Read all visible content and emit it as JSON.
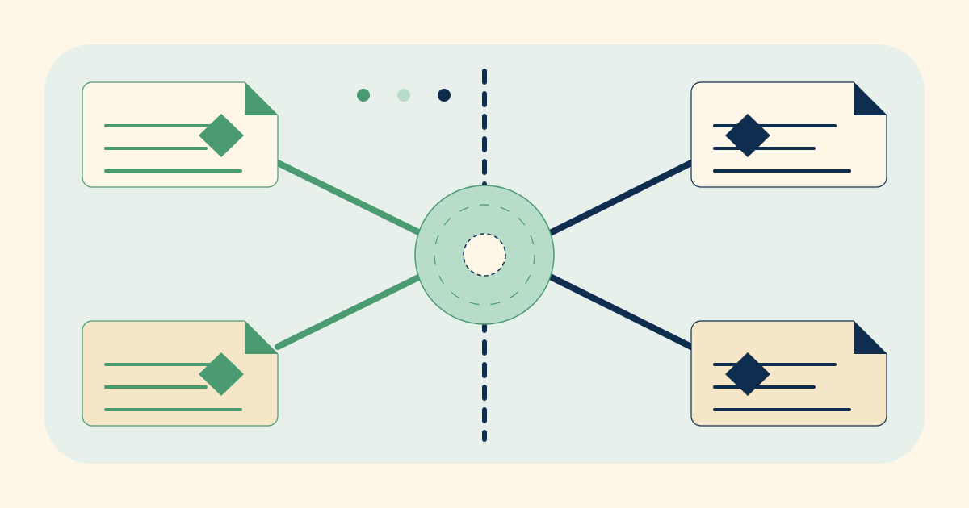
{
  "colors": {
    "page_bg": "#FEF7E8",
    "panel_bg": "#E7F0EB",
    "green": "#4A9A72",
    "green_light": "#B7DDC8",
    "navy": "#0F2D4F",
    "card_cream": "#FEF7E8",
    "card_tan": "#F4E6C6"
  },
  "icons": {
    "card_fold": "folded-corner-icon",
    "card_marker": "diamond-icon",
    "hub": "target-hub-icon",
    "status_dots": "three-dots-icon"
  },
  "cards": [
    {
      "id": "top-left",
      "side": "left",
      "fill": "card_tan_none",
      "accent": "green"
    },
    {
      "id": "bottom-left",
      "side": "left",
      "fill": "tan",
      "accent": "green"
    },
    {
      "id": "top-right",
      "side": "right",
      "fill": "cream",
      "accent": "navy"
    },
    {
      "id": "bottom-right",
      "side": "right",
      "fill": "tan",
      "accent": "navy"
    }
  ],
  "status_dots": [
    "green",
    "green_light",
    "navy"
  ]
}
